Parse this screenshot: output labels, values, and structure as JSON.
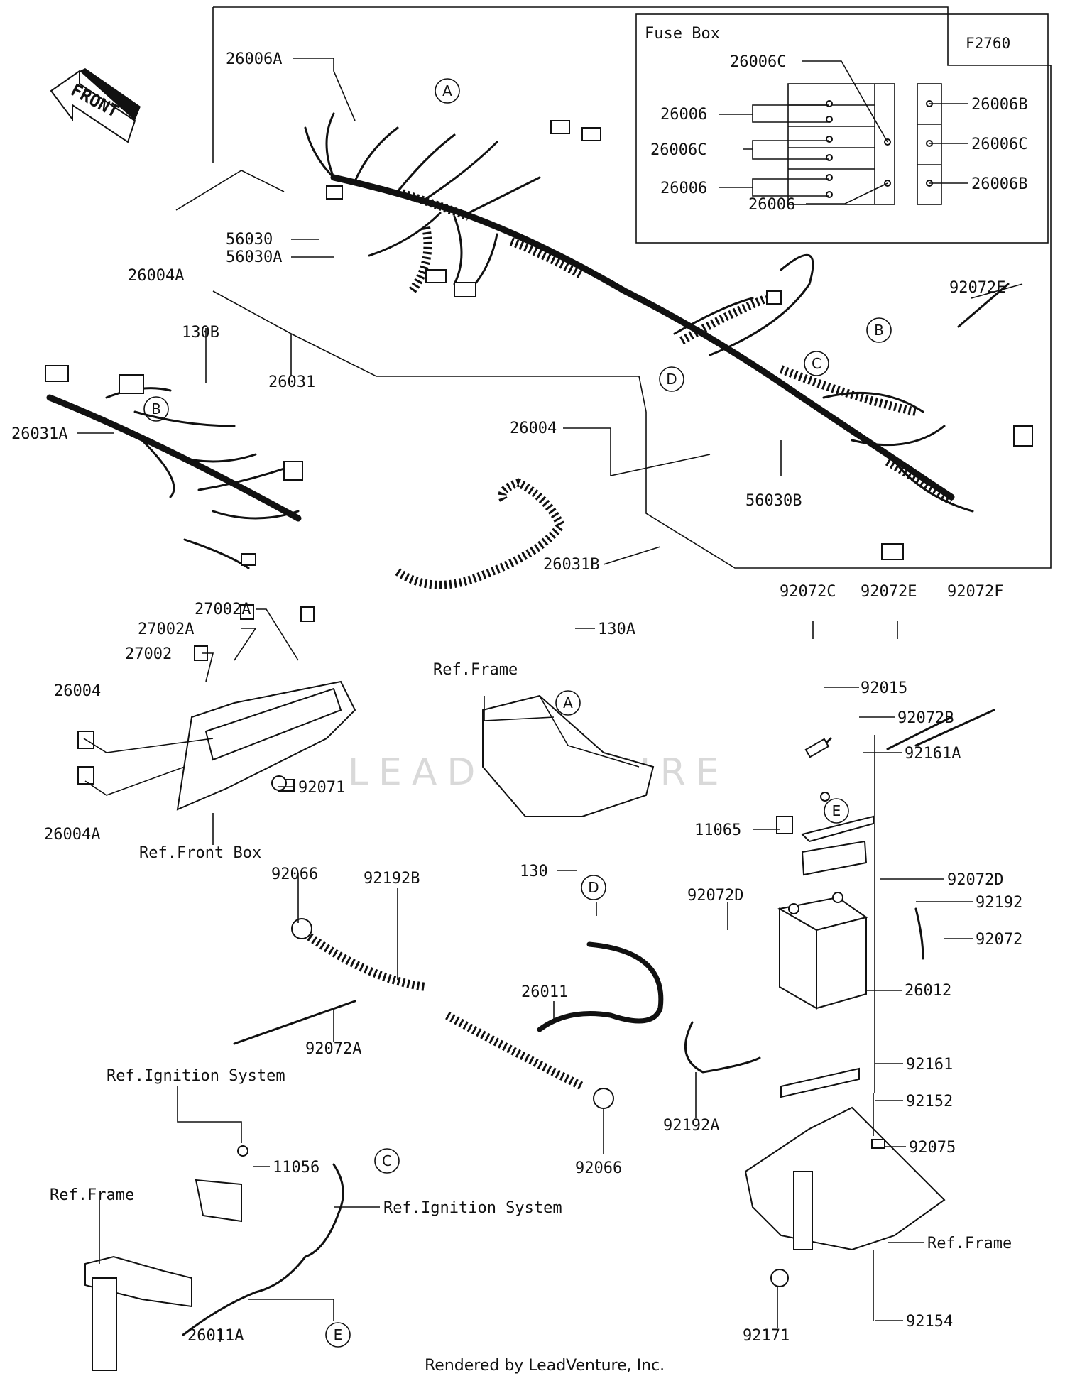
{
  "diagram_code": "F2760",
  "fuse_box_title": "Fuse Box",
  "front_label": "FRONT",
  "watermark": "LEADVENTURE",
  "footer": "Rendered by LeadVenture, Inc.",
  "callouts": {
    "A": "A",
    "B": "B",
    "C": "C",
    "D": "D",
    "E": "E"
  },
  "fuse_box_parts": [
    "26006C",
    "26006",
    "26006C",
    "26006",
    "26006",
    "26006B",
    "26006C",
    "26006B"
  ],
  "parts": {
    "p26006A": "26006A",
    "p26004A_top": "26004A",
    "p56030": "56030",
    "p56030A": "56030A",
    "p26031": "26031",
    "p130B": "130B",
    "p26031A": "26031A",
    "p92072E_top": "92072E",
    "p26004_mid": "26004",
    "p56030B": "56030B",
    "p26031B": "26031B",
    "p27002A_1": "27002A",
    "p27002A_2": "27002A",
    "p27002": "27002",
    "p26004_left": "26004",
    "p26004A_left": "26004A",
    "p92071": "92071",
    "ref_front_box": "Ref.Front Box",
    "ref_frame_mid": "Ref.Frame",
    "p130A": "130A",
    "p92072C": "92072C",
    "p92072E_mid": "92072E",
    "p92072F": "92072F",
    "p92015": "92015",
    "p92072B": "92072B",
    "p92161A": "92161A",
    "p11065": "11065",
    "p92066_top": "92066",
    "p92192B": "92192B",
    "p130": "130",
    "p92072D_r": "92072D",
    "p92192": "92192",
    "p92072": "92072",
    "p92072D_l": "92072D",
    "p26011": "26011",
    "p26012": "26012",
    "p92072A": "92072A",
    "ref_ignition_1": "Ref.Ignition System",
    "p92161": "92161",
    "p92192A": "92192A",
    "p92152": "92152",
    "p92066_bot": "92066",
    "p11056": "11056",
    "ref_frame_left": "Ref.Frame",
    "ref_ignition_2": "Ref.Ignition System",
    "p92075": "92075",
    "ref_frame_right": "Ref.Frame",
    "p26011A": "26011A",
    "p92171": "92171",
    "p92154": "92154"
  }
}
